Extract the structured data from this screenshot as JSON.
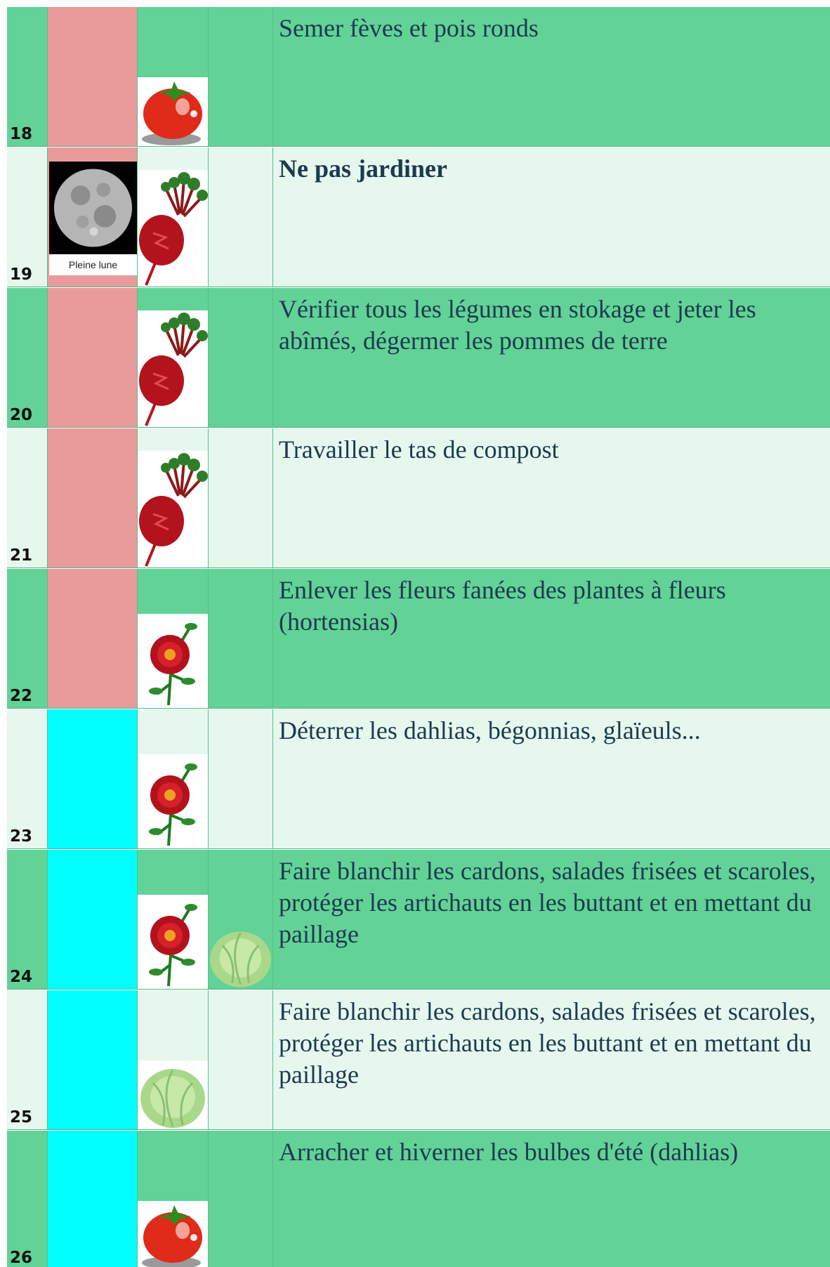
{
  "calendar": {
    "colors": {
      "row_dark": "#62d297",
      "row_light": "#e6f7ee",
      "moon_pink": "#e99a9a",
      "moon_cyan": "#00ffff",
      "text": "#1c3a4e"
    },
    "rows": [
      {
        "day": "18",
        "moon": "pink",
        "icon": "tomato-icon",
        "icon2": "",
        "text": "Semer fèves et pois ronds",
        "bold": false
      },
      {
        "day": "19",
        "moon": "pink",
        "moon_image": "full-moon-icon",
        "moon_caption": "Pleine lune",
        "icon": "beet-icon",
        "icon2": "",
        "text": "Ne pas jardiner",
        "bold": true
      },
      {
        "day": "20",
        "moon": "pink",
        "icon": "beet-icon",
        "icon2": "",
        "text": "Vérifier tous les légumes en stokage et jeter les abîmés, dégermer les pommes de terre",
        "bold": false
      },
      {
        "day": "21",
        "moon": "pink",
        "icon": "beet-icon",
        "icon2": "",
        "text": "Travailler le tas de compost",
        "bold": false
      },
      {
        "day": "22",
        "moon": "pink",
        "icon": "flower-icon",
        "icon2": "",
        "text": "Enlever les fleurs fanées des plantes à fleurs (hortensias)",
        "bold": false
      },
      {
        "day": "23",
        "moon": "cyan",
        "icon": "flower-icon",
        "icon2": "",
        "text": "Déterrer les dahlias, bégonnias, glaïeuls...",
        "bold": false
      },
      {
        "day": "24",
        "moon": "cyan",
        "icon": "flower-icon",
        "icon2": "cabbage-icon",
        "text": " Faire blanchir les cardons, salades frisées et scaroles, protéger les artichauts en les buttant et en mettant du paillage",
        "bold": false
      },
      {
        "day": "25",
        "moon": "cyan",
        "icon": "cabbage-icon",
        "icon2": "",
        "text": " Faire blanchir les cardons, salades frisées et scaroles, protéger les artichauts en les buttant et en mettant du paillage",
        "bold": false
      },
      {
        "day": "26",
        "moon": "cyan",
        "icon": "tomato-icon",
        "icon2": "",
        "text": "Arracher et hiverner les bulbes d'été (dahlias)",
        "bold": false
      }
    ]
  }
}
